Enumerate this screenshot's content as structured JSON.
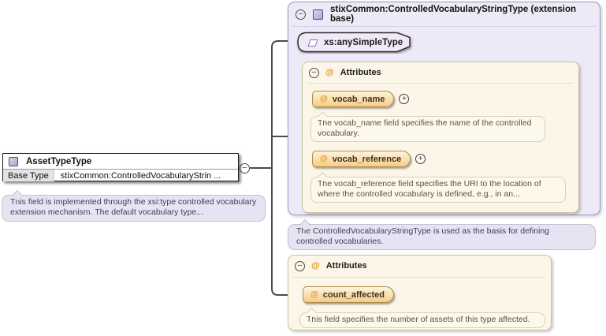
{
  "glyphs": {
    "collapse": "−",
    "expand": "+",
    "at": "@"
  },
  "colors": {
    "extension_box_bg": "#edeaf7",
    "extension_box_border": "#9d96ba",
    "attr_panel_bg": "#fbf6e7",
    "attr_panel_border": "#cbc2a4",
    "chip_gradient_top": "#fdf4dc",
    "chip_gradient_bottom": "#f7cc86",
    "chip_border": "#a98c50",
    "at_sign_orange": "#e2971f",
    "annotation_lavender_bg": "#e6e3f2",
    "simple_type_icon_purple": "#8a6fb0"
  },
  "diagram": {
    "asset_type": {
      "title": "AssetTypeType",
      "base_type_label": "Base Type",
      "base_type_value": "stixCommon:ControlledVocabularyStrin ...",
      "annotation": "This field is implemented through the xsi:type controlled vocabulary extension mechanism. The default vocabulary type..."
    },
    "extension": {
      "title": "stixCommon:ControlledVocabularyStringType (extension base)",
      "simple_type": "xs:anySimpleType",
      "attributes_label": "Attributes",
      "attributes": [
        {
          "name": "vocab_name",
          "annotation": "The vocab_name field specifies the name of the controlled vocabulary."
        },
        {
          "name": "vocab_reference",
          "annotation": "The vocab_reference field specifies the URI to the location of where the controlled vocabulary is defined, e.g., in an..."
        }
      ],
      "annotation": "The ControlledVocabularyStringType is used as the basis for defining controlled vocabularies."
    },
    "local_attributes": {
      "attributes_label": "Attributes",
      "attributes": [
        {
          "name": "count_affected",
          "annotation": "This field specifies the number of assets of this type affected."
        }
      ]
    }
  }
}
